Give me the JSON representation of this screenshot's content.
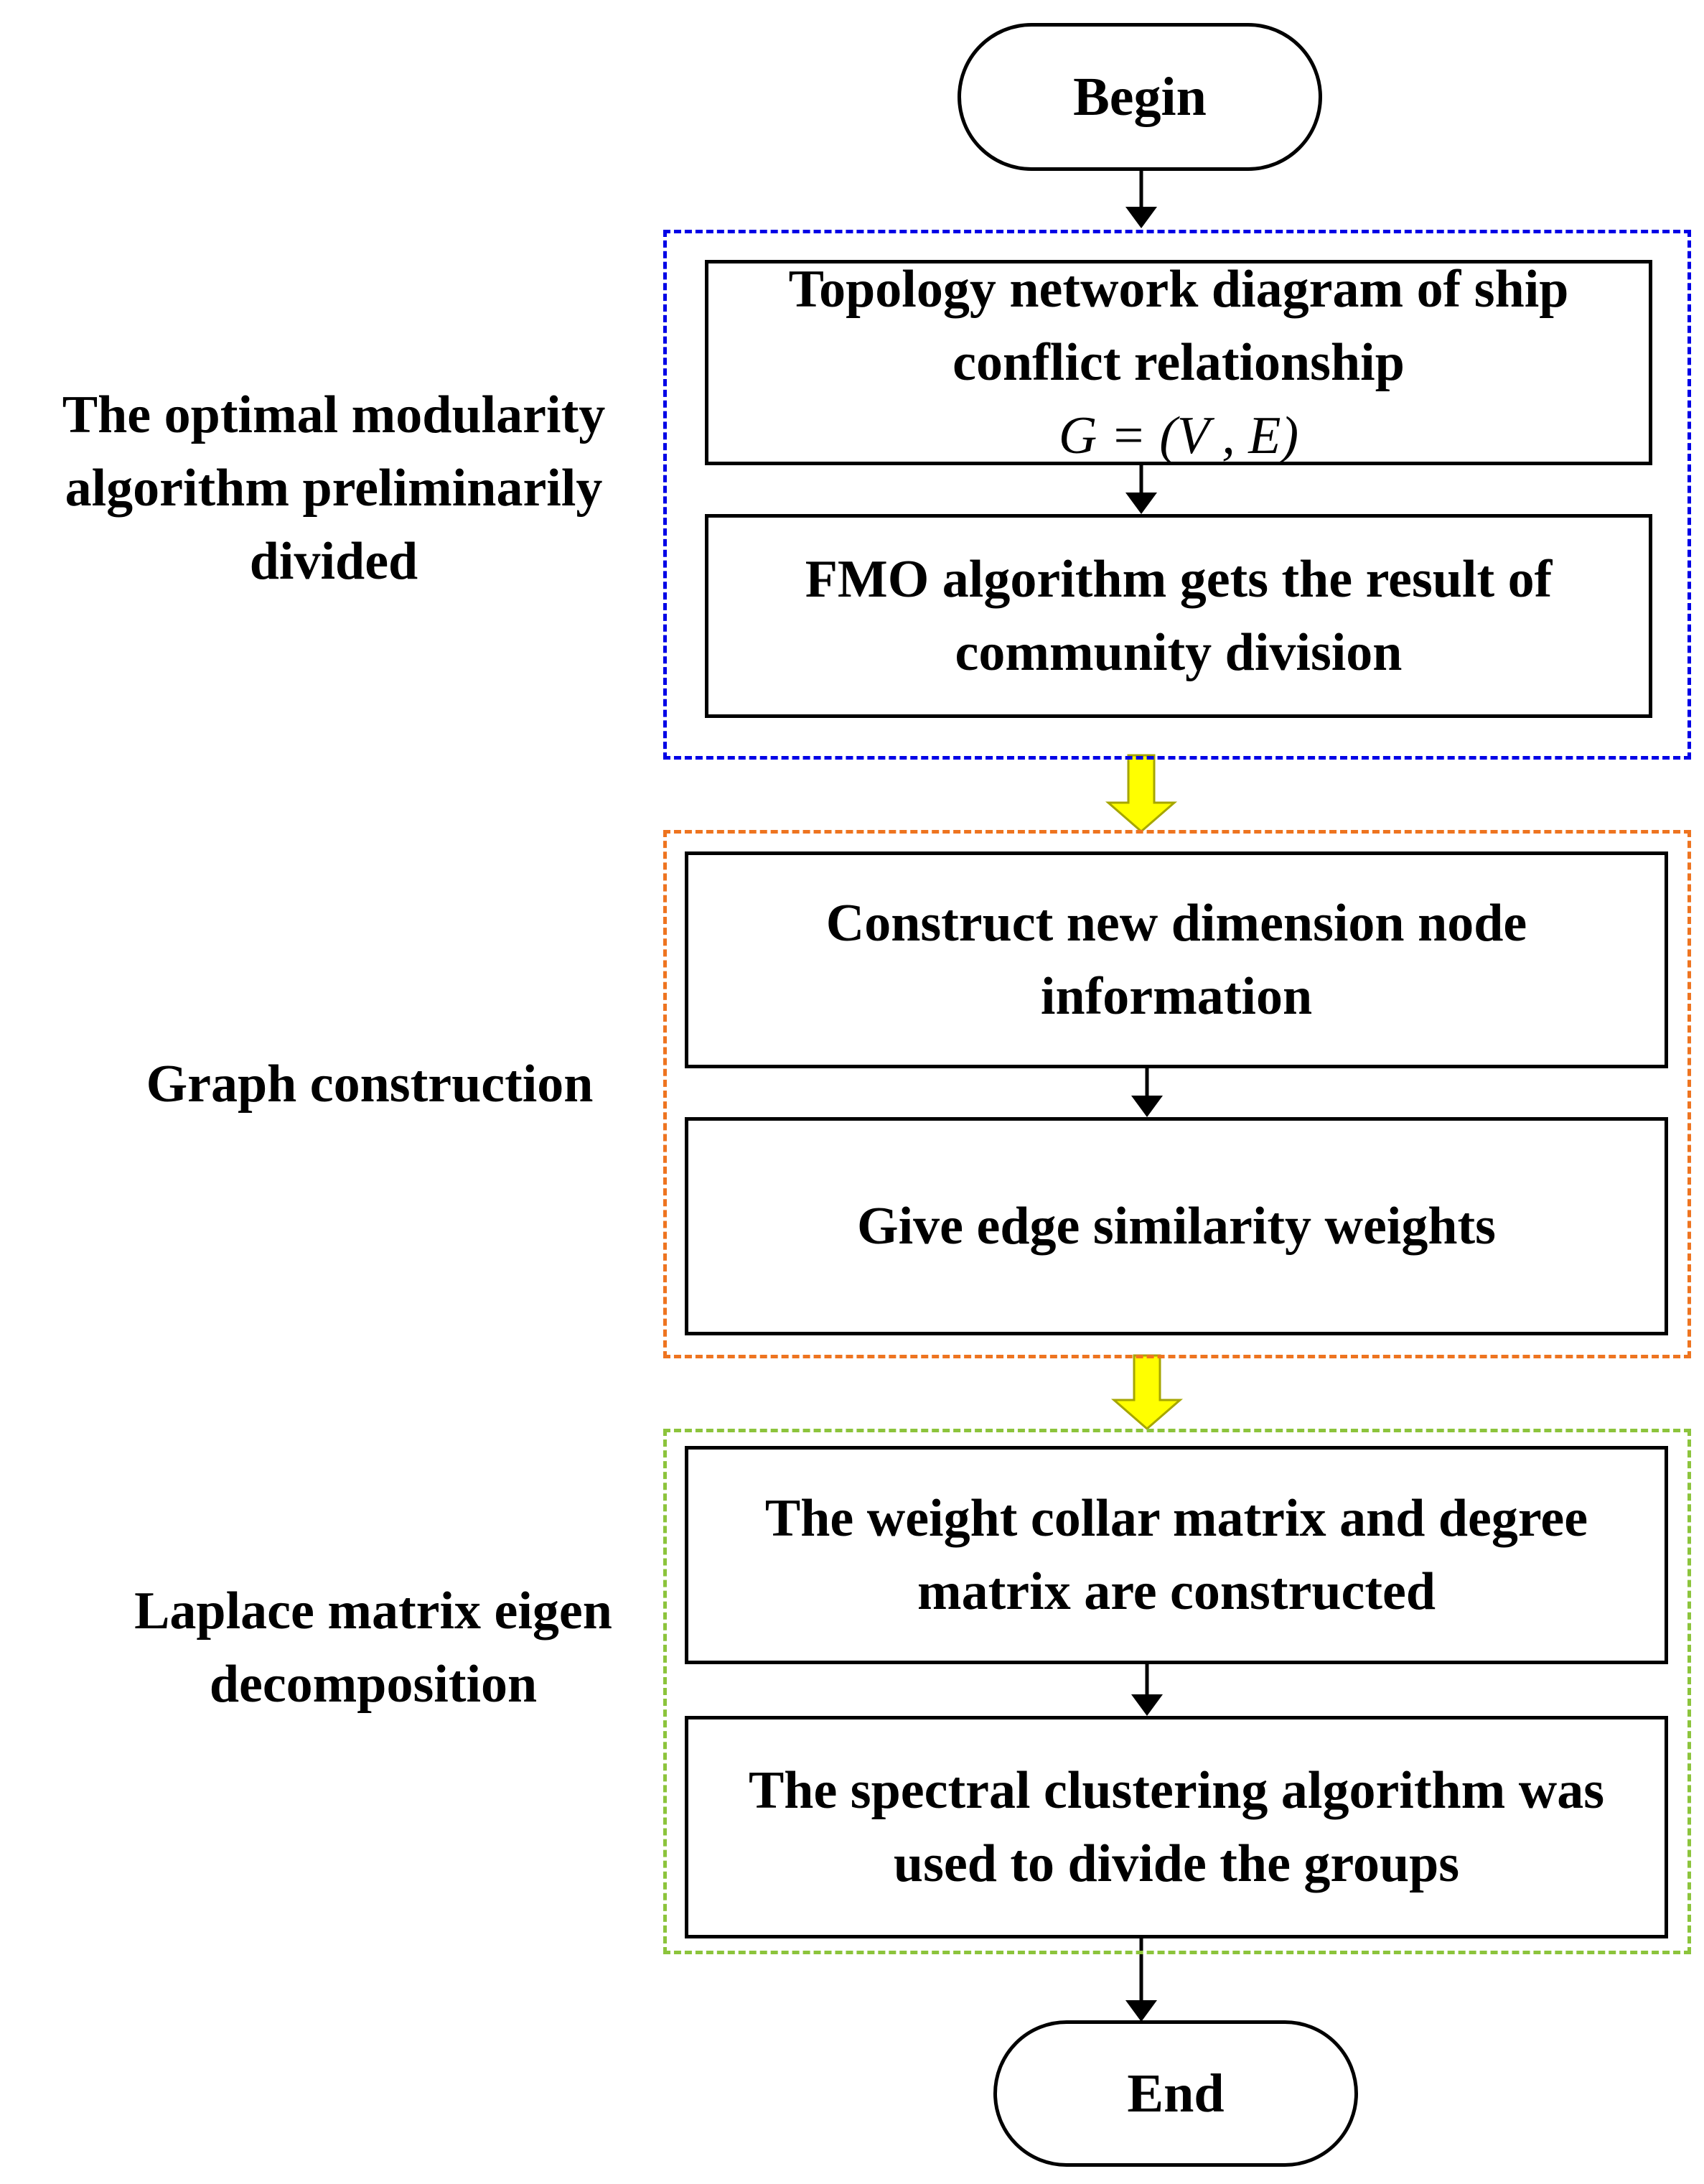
{
  "terminals": {
    "begin": "Begin",
    "end": "End"
  },
  "groups": {
    "modularity": {
      "label": "The optimal modularity algorithm preliminarily divided",
      "color": "#0000e6",
      "steps": {
        "topology_text": "Topology network diagram of ship conflict relationship",
        "topology_formula": "G = (V , E)",
        "fmo": "FMO algorithm gets the result of community division"
      }
    },
    "graph": {
      "label": "Graph construction",
      "color": "#ee7420",
      "steps": {
        "construct": "Construct new dimension node information",
        "weights": "Give edge similarity weights"
      }
    },
    "laplace": {
      "label": "Laplace matrix eigen decomposition",
      "color": "#8cc43c",
      "steps": {
        "matrix": "The weight collar matrix and degree matrix are constructed",
        "spectral": "The spectral clustering algorithm was used to divide the groups"
      }
    }
  },
  "colors": {
    "stage_arrow_fill": "#ffff00",
    "stage_arrow_stroke": "#a6a600",
    "line": "#000000"
  }
}
